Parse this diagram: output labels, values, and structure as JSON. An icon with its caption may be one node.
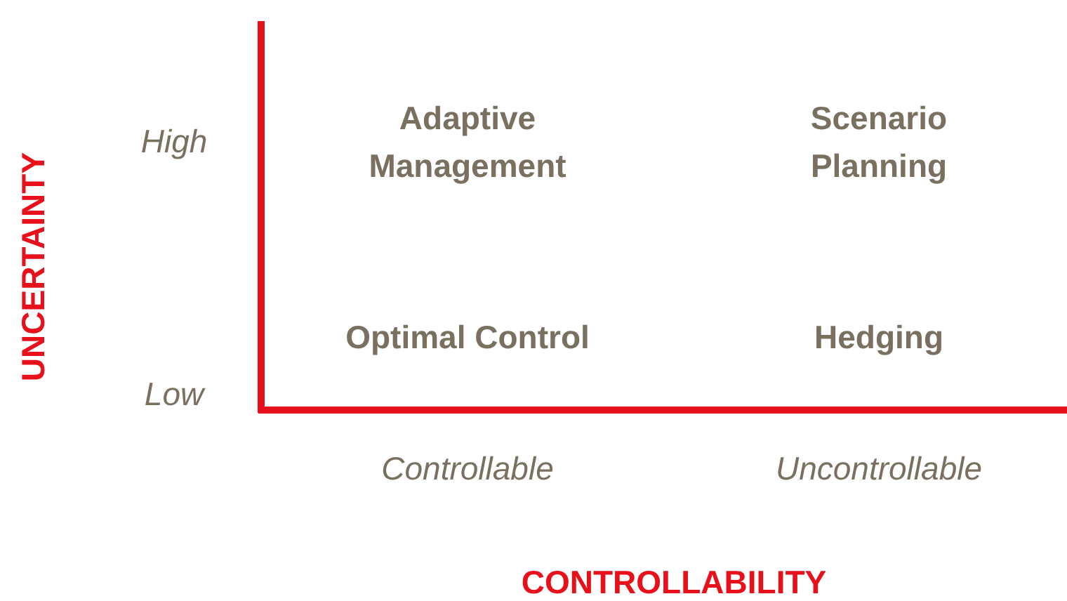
{
  "diagram": {
    "labels": [
      "UNCERTAINTY",
      "High",
      "Adaptive Management",
      "Scenario Planning",
      "Optimal Control",
      "Hedging",
      "Low",
      "Controllable",
      "Uncontrollable",
      "CONTROLLABILITY"
    ]
  }
}
